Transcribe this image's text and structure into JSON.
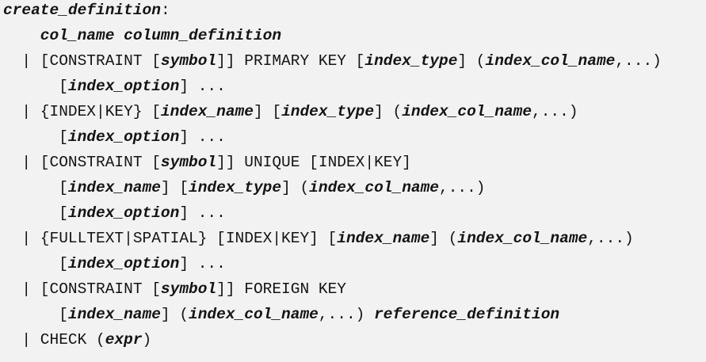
{
  "syntax": {
    "lines": [
      {
        "indent": 0,
        "segments": [
          {
            "t": "create_definition",
            "e": true
          },
          {
            "t": ":",
            "e": false
          }
        ]
      },
      {
        "indent": 4,
        "segments": [
          {
            "t": "col_name column_definition",
            "e": true
          }
        ]
      },
      {
        "indent": 2,
        "segments": [
          {
            "t": "| [CONSTRAINT [",
            "e": false
          },
          {
            "t": "symbol",
            "e": true
          },
          {
            "t": "]] PRIMARY KEY [",
            "e": false
          },
          {
            "t": "index_type",
            "e": true
          },
          {
            "t": "] (",
            "e": false
          },
          {
            "t": "index_col_name",
            "e": true
          },
          {
            "t": ",...)",
            "e": false
          }
        ]
      },
      {
        "indent": 6,
        "segments": [
          {
            "t": "[",
            "e": false
          },
          {
            "t": "index_option",
            "e": true
          },
          {
            "t": "] ...",
            "e": false
          }
        ]
      },
      {
        "indent": 2,
        "segments": [
          {
            "t": "| {INDEX|KEY} [",
            "e": false
          },
          {
            "t": "index_name",
            "e": true
          },
          {
            "t": "] [",
            "e": false
          },
          {
            "t": "index_type",
            "e": true
          },
          {
            "t": "] (",
            "e": false
          },
          {
            "t": "index_col_name",
            "e": true
          },
          {
            "t": ",...)",
            "e": false
          }
        ]
      },
      {
        "indent": 6,
        "segments": [
          {
            "t": "[",
            "e": false
          },
          {
            "t": "index_option",
            "e": true
          },
          {
            "t": "] ...",
            "e": false
          }
        ]
      },
      {
        "indent": 2,
        "segments": [
          {
            "t": "| [CONSTRAINT [",
            "e": false
          },
          {
            "t": "symbol",
            "e": true
          },
          {
            "t": "]] UNIQUE [INDEX|KEY]",
            "e": false
          }
        ]
      },
      {
        "indent": 6,
        "segments": [
          {
            "t": "[",
            "e": false
          },
          {
            "t": "index_name",
            "e": true
          },
          {
            "t": "] [",
            "e": false
          },
          {
            "t": "index_type",
            "e": true
          },
          {
            "t": "] (",
            "e": false
          },
          {
            "t": "index_col_name",
            "e": true
          },
          {
            "t": ",...)",
            "e": false
          }
        ]
      },
      {
        "indent": 6,
        "segments": [
          {
            "t": "[",
            "e": false
          },
          {
            "t": "index_option",
            "e": true
          },
          {
            "t": "] ...",
            "e": false
          }
        ]
      },
      {
        "indent": 2,
        "segments": [
          {
            "t": "| {FULLTEXT|SPATIAL} [INDEX|KEY] [",
            "e": false
          },
          {
            "t": "index_name",
            "e": true
          },
          {
            "t": "] (",
            "e": false
          },
          {
            "t": "index_col_name",
            "e": true
          },
          {
            "t": ",...)",
            "e": false
          }
        ]
      },
      {
        "indent": 6,
        "segments": [
          {
            "t": "[",
            "e": false
          },
          {
            "t": "index_option",
            "e": true
          },
          {
            "t": "] ...",
            "e": false
          }
        ]
      },
      {
        "indent": 2,
        "segments": [
          {
            "t": "| [CONSTRAINT [",
            "e": false
          },
          {
            "t": "symbol",
            "e": true
          },
          {
            "t": "]] FOREIGN KEY",
            "e": false
          }
        ]
      },
      {
        "indent": 6,
        "segments": [
          {
            "t": "[",
            "e": false
          },
          {
            "t": "index_name",
            "e": true
          },
          {
            "t": "] (",
            "e": false
          },
          {
            "t": "index_col_name",
            "e": true
          },
          {
            "t": ",...) ",
            "e": false
          },
          {
            "t": "reference_definition",
            "e": true
          }
        ]
      },
      {
        "indent": 2,
        "segments": [
          {
            "t": "| CHECK (",
            "e": false
          },
          {
            "t": "expr",
            "e": true
          },
          {
            "t": ")",
            "e": false
          }
        ]
      }
    ]
  }
}
